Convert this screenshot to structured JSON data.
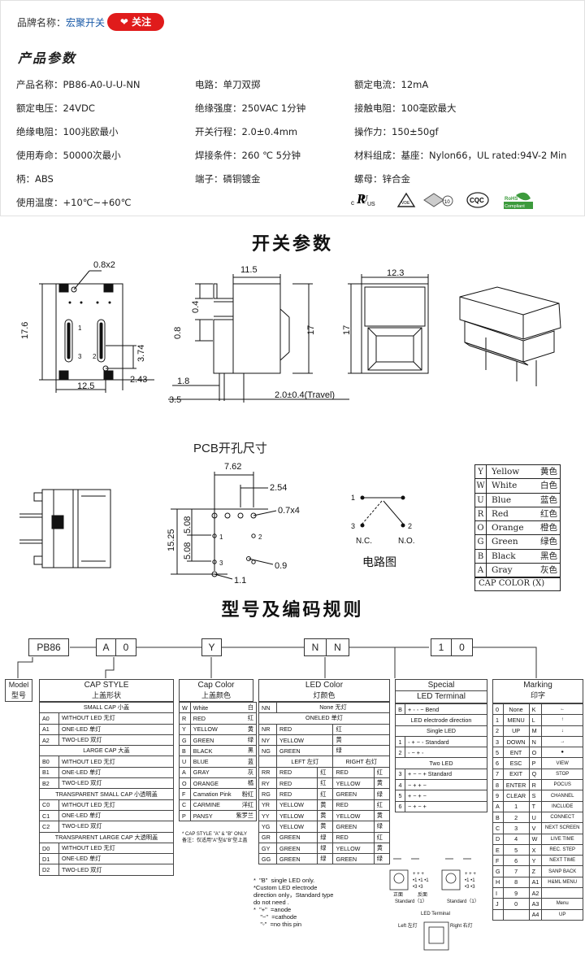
{
  "header": {
    "brand_label": "品牌名称：",
    "brand_value": "宏聚开关",
    "follow_label": "关注"
  },
  "params": {
    "title": "产品参数",
    "items": [
      "产品名称：PB86-A0-U-U-NN",
      "电路：单刀双掷",
      "额定电流：12mA",
      "额定电压：24VDC",
      "绝缘强度：250VAC 1分钟",
      "接触电阻：100毫欧最大",
      "绝缘电阻：100兆欧最小",
      "开关行程：2.0±0.4mm",
      "操作力：150±50gf",
      "使用寿命：50000次最小",
      "焊接条件：260 ℃ 5分钟",
      "材料组成：基座：Nylon66，UL  rated:94V-2 Min",
      "柄：ABS",
      "端子：磷铜镀金",
      "螺母：锌合金",
      "使用温度：+10℃~+60℃"
    ],
    "cert_labels": [
      "c",
      "US",
      "VDE",
      "10",
      "CQC",
      "RoHS",
      "Compliant"
    ]
  },
  "switch_params": {
    "title": "开关参数",
    "dims": [
      "0.8x2",
      "17.6",
      "3.74",
      "12.5",
      "2.43",
      "11.5",
      "0.4",
      "0.8",
      "17",
      "1.8",
      "3.5",
      "2.0±0.4(Travel)",
      "12.3",
      "17"
    ],
    "pins": [
      "1",
      "2",
      "3",
      "1",
      "2"
    ]
  },
  "pcb": {
    "title": "PCB开孔尺寸",
    "dims": [
      "7.62",
      "2.54",
      "0.7x4",
      "5.08",
      "5.08",
      "15.25",
      "0.9",
      "1.1"
    ],
    "pins": [
      "1",
      "2",
      "3"
    ],
    "circuit_title": "电路图",
    "circuit_pins": [
      "1",
      "3",
      "2",
      "N.C.",
      "N.O."
    ]
  },
  "cap_colors": {
    "rows": [
      [
        "Y",
        "Yellow",
        "黄色"
      ],
      [
        "W",
        "White",
        "白色"
      ],
      [
        "U",
        "Blue",
        "蓝色"
      ],
      [
        "R",
        "Red",
        "红色"
      ],
      [
        "O",
        "Orange",
        "橙色"
      ],
      [
        "G",
        "Green",
        "绿色"
      ],
      [
        "B",
        "Black",
        "黑色"
      ],
      [
        "A",
        "Gray",
        "灰色"
      ]
    ],
    "footer": "CAP COLOR (X)"
  },
  "coding": {
    "title": "型号及编码规则",
    "code_boxes": [
      "PB86",
      "A",
      "0",
      "Y",
      "N",
      "N",
      "1",
      "0"
    ],
    "model": {
      "label": "Model",
      "label_cn": "型号"
    },
    "cap_style": {
      "title": "CAP STYLE",
      "title_cn": "上盖形状",
      "groups": [
        {
          "name": "SMALL CAP 小盖",
          "rows": [
            [
              "A0",
              "WITHOUT LED 无灯"
            ],
            [
              "A1",
              "ONE-LED 单灯"
            ],
            [
              "A2",
              "TWO-LED 双灯"
            ]
          ]
        },
        {
          "name": "LARGE CAP 大盖",
          "rows": [
            [
              "B0",
              "WITHOUT LED 无灯"
            ],
            [
              "B1",
              "ONE-LED 单灯"
            ],
            [
              "B2",
              "TWO-LED 双灯"
            ]
          ]
        },
        {
          "name": "TRANSPARENT SMALL CAP 小透明盖",
          "rows": [
            [
              "C0",
              "WITHOUT LED 无灯"
            ],
            [
              "C1",
              "ONE-LED 单灯"
            ],
            [
              "C2",
              "TWO-LED 双灯"
            ]
          ]
        },
        {
          "name": "TRANSPARENT LARGE CAP 大透明盖",
          "rows": [
            [
              "D0",
              "WITHOUT LED 无灯"
            ],
            [
              "D1",
              "ONE-LED 单灯"
            ],
            [
              "D2",
              "TWO-LED 双灯"
            ]
          ]
        }
      ]
    },
    "cap_color": {
      "title": "Cap Color",
      "title_cn": "上盖颜色",
      "rows": [
        [
          "W",
          "White",
          "白"
        ],
        [
          "R",
          "RED",
          "红"
        ],
        [
          "Y",
          "YELLOW",
          "黄"
        ],
        [
          "G",
          "GREEN",
          "绿"
        ],
        [
          "B",
          "BLACK",
          "黑"
        ],
        [
          "U",
          "BLUE",
          "蓝"
        ],
        [
          "A",
          "GRAY",
          "灰"
        ],
        [
          "O",
          "ORANGE",
          "橘"
        ],
        [
          "F",
          "Camation Pink",
          "粉红"
        ],
        [
          "C",
          "CARMINE",
          "洋红"
        ],
        [
          "P",
          "PANSY",
          "紫罗兰"
        ]
      ],
      "note": "* CAP STYLE \"A\" & \"B\" ONLY\n备注：仅适用\"A\"型&\"B\"型上盖"
    },
    "led_color": {
      "title": "LED Color",
      "title_cn": "灯颜色",
      "none_row": [
        "NN",
        "None 无灯"
      ],
      "oneled_header": "ONELED 单灯",
      "oneled": [
        [
          "NR",
          "RED",
          "红"
        ],
        [
          "NY",
          "YELLOW",
          "黄"
        ],
        [
          "NG",
          "GREEN",
          "绿"
        ]
      ],
      "two_headers": [
        "LEFT 左灯",
        "RIGHT 右灯"
      ],
      "twoled": [
        [
          "RR",
          "RED",
          "红",
          "RED",
          "红"
        ],
        [
          "RY",
          "RED",
          "红",
          "YELLOW",
          "黄"
        ],
        [
          "RG",
          "RED",
          "红",
          "GREEN",
          "绿"
        ],
        [
          "YR",
          "YELLOW",
          "黄",
          "RED",
          "红"
        ],
        [
          "YY",
          "YELLOW",
          "黄",
          "YELLOW",
          "黄"
        ],
        [
          "YG",
          "YELLOW",
          "黄",
          "GREEN",
          "绿"
        ],
        [
          "GR",
          "GREEN",
          "绿",
          "RED",
          "红"
        ],
        [
          "GY",
          "GREEN",
          "绿",
          "YELLOW",
          "黄"
        ],
        [
          "GG",
          "GREEN",
          "绿",
          "GREEN",
          "绿"
        ]
      ]
    },
    "special": {
      "title": "Special",
      "subtitle": "LED Terminal",
      "rows": [
        [
          "B",
          "+ ◦ ◦ −  Bend"
        ],
        [
          "",
          "LED electrode direction"
        ],
        [
          "",
          "Single LED"
        ],
        [
          "1",
          "◦ + − ◦  Standard"
        ],
        [
          "2",
          "◦ − + ◦"
        ],
        [
          "",
          "Two LED"
        ],
        [
          "3",
          "+ − − +  Standard"
        ],
        [
          "4",
          "− + + −"
        ],
        [
          "5",
          "+ − + −"
        ],
        [
          "6",
          "− + − +"
        ]
      ]
    },
    "marking": {
      "title": "Marking",
      "title_cn": "印字",
      "left": [
        [
          "0",
          "None"
        ],
        [
          "1",
          "MENU"
        ],
        [
          "2",
          "UP"
        ],
        [
          "3",
          "DOWN"
        ],
        [
          "5",
          "ENT"
        ],
        [
          "6",
          "ESC"
        ],
        [
          "7",
          "EXIT"
        ],
        [
          "8",
          "ENTER"
        ],
        [
          "9",
          "CLEAR"
        ],
        [
          "A",
          "1"
        ],
        [
          "B",
          "2"
        ],
        [
          "C",
          "3"
        ],
        [
          "D",
          "4"
        ],
        [
          "E",
          "5"
        ],
        [
          "F",
          "6"
        ],
        [
          "G",
          "7"
        ],
        [
          "H",
          "8"
        ],
        [
          "I",
          "9"
        ],
        [
          "J",
          "0"
        ]
      ],
      "right": [
        [
          "K",
          "←"
        ],
        [
          "L",
          "↑"
        ],
        [
          "M",
          "↓"
        ],
        [
          "N",
          "→"
        ],
        [
          "O",
          "●"
        ],
        [
          "P",
          "VIEW"
        ],
        [
          "Q",
          "STOP"
        ],
        [
          "R",
          "POCUS"
        ],
        [
          "S",
          "CHANNEL"
        ],
        [
          "T",
          "INCLUDE"
        ],
        [
          "U",
          "CONNECT"
        ],
        [
          "V",
          "NEXT SCREEN"
        ],
        [
          "W",
          "LIVE TIME"
        ],
        [
          "X",
          "REC. STEP"
        ],
        [
          "Y",
          "NEXT TIME"
        ],
        [
          "Z",
          "SANP BACK"
        ],
        [
          "A1",
          "H&ML MENU"
        ],
        [
          "A2",
          ""
        ],
        [
          "A3",
          "Menu"
        ],
        [
          "A4",
          "UP"
        ]
      ]
    },
    "notes": "*  \"B\"  single LED only.\n*Custom LED electrode\ndirection only，Standard type\ndo not need .\n*  \"+\"  =anode\n    \"−\"  =cathode\n    \"◦\"  =no this pin",
    "terminal": {
      "front": "正面",
      "back": "反面",
      "standard": "Standard（1）",
      "title": "LED Terminal",
      "left": "Left 左灯",
      "right": "Right 右灯"
    }
  }
}
